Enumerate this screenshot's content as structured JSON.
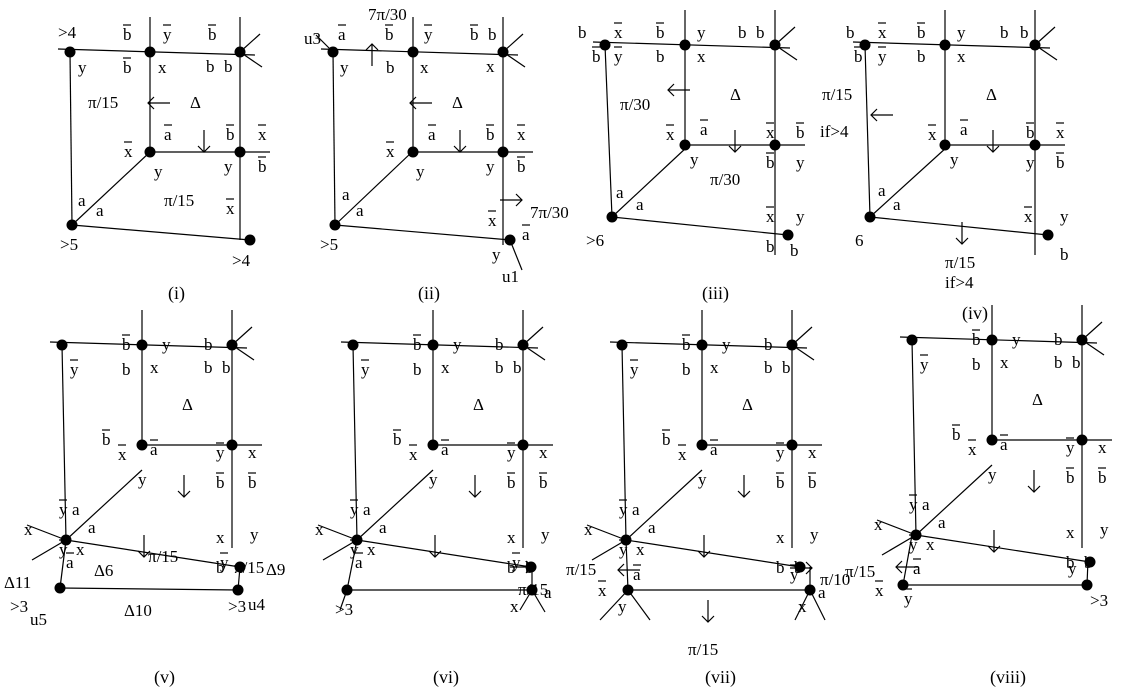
{
  "panels": [
    {
      "caption": "(i)",
      "labels": [
        ">4",
        "b",
        "y",
        "b",
        "b",
        "y",
        "x",
        "b",
        "b",
        "π/15",
        "Δ",
        "x",
        "a",
        "y",
        "x",
        "b",
        "b",
        "y",
        "π/15",
        "a",
        "a",
        "x",
        ">5",
        ">4"
      ],
      "bars": [
        false,
        true,
        true,
        true,
        true,
        false,
        false,
        false,
        false,
        false,
        false,
        true,
        true,
        false,
        true,
        true,
        true,
        false,
        false,
        false,
        false,
        true,
        false,
        false
      ]
    },
    {
      "caption": "(ii)",
      "labels": [
        "u3",
        "a",
        "7π/30",
        "b",
        "y",
        "b",
        "b",
        "x",
        "y",
        "b",
        "x",
        "Δ",
        "x",
        "a",
        "y",
        "x",
        "b",
        "b",
        "y",
        "a",
        "a",
        "7π/30",
        "x",
        "a",
        ">5",
        "y",
        "u1"
      ],
      "bars": [
        false,
        true,
        false,
        true,
        true,
        true,
        false,
        false,
        false,
        false,
        false,
        false,
        true,
        true,
        false,
        true,
        true,
        true,
        false,
        false,
        false,
        false,
        true,
        true,
        false,
        false,
        false
      ]
    },
    {
      "caption": "(iii)",
      "labels": [
        "b",
        "x",
        "b",
        "y",
        "b",
        "b",
        "y",
        "x",
        "b",
        "b",
        "π/30",
        "Δ",
        "x",
        "a",
        "y",
        "x",
        "b",
        "b",
        "y",
        "π/30",
        "a",
        "a",
        "x",
        "y",
        ">6",
        "b",
        "b"
      ],
      "bars": [
        false,
        true,
        true,
        true,
        true,
        false,
        false,
        false,
        false,
        false,
        false,
        false,
        true,
        true,
        false,
        true,
        true,
        true,
        false,
        false,
        false,
        false,
        true,
        false,
        false,
        false,
        false
      ]
    },
    {
      "caption": "(iv)",
      "labels": [
        "b",
        "x",
        "b",
        "y",
        "b",
        "b",
        "y",
        "x",
        "b",
        "b",
        "π/15",
        "if>4",
        "Δ",
        "x",
        "a",
        "y",
        "x",
        "b",
        "b",
        "y",
        "a",
        "a",
        "x",
        "y",
        "6",
        "π/15",
        "if>4",
        "b"
      ],
      "bars": [
        false,
        true,
        true,
        true,
        true,
        false,
        false,
        false,
        false,
        false,
        false,
        false,
        false,
        true,
        true,
        false,
        true,
        true,
        true,
        false,
        false,
        false,
        true,
        false,
        false,
        false,
        false,
        false
      ]
    },
    {
      "caption": "(v)",
      "labels": [
        "b",
        "y",
        "b",
        "x",
        "y",
        "b",
        "b",
        "b",
        "b",
        "Δ",
        "x",
        "a",
        "y",
        "y",
        "x",
        "b",
        "b",
        "y",
        "a",
        "a",
        "x",
        "y",
        "x",
        "x",
        "y",
        "b",
        "π/15",
        "Δ11",
        "Δ6",
        "Δ9",
        "a",
        "y",
        "u4",
        ">3",
        "u5",
        "Δ10",
        ">3"
      ],
      "bars": [
        true,
        true,
        true,
        false,
        false,
        false,
        false,
        false,
        false,
        false,
        true,
        true,
        false,
        true,
        false,
        true,
        true,
        true,
        false,
        false,
        false,
        true,
        false,
        false,
        false,
        false,
        false,
        false,
        false,
        false,
        true,
        true,
        false,
        false,
        false,
        false,
        false
      ]
    },
    {
      "caption": "(vi)",
      "labels": [
        "b",
        "y",
        "b",
        "x",
        "y",
        "b",
        "b",
        "b",
        "b",
        "Δ",
        "x",
        "a",
        "y",
        "y",
        "x",
        "b",
        "b",
        "y",
        "a",
        "a",
        "x",
        "y",
        "x",
        "x",
        "y",
        "b",
        "b",
        "a",
        "y",
        "π/15",
        ">3",
        "x",
        "a"
      ],
      "bars": [
        true,
        true,
        true,
        false,
        false,
        false,
        false,
        false,
        false,
        false,
        true,
        true,
        false,
        true,
        false,
        true,
        true,
        true,
        false,
        false,
        false,
        true,
        false,
        false,
        false,
        false,
        false,
        true,
        true,
        false,
        false,
        false,
        false
      ]
    },
    {
      "caption": "(vii)",
      "labels": [
        "b",
        "y",
        "b",
        "x",
        "y",
        "b",
        "b",
        "b",
        "b",
        "Δ",
        "x",
        "a",
        "y",
        "y",
        "x",
        "b",
        "b",
        "y",
        "a",
        "a",
        "x",
        "y",
        "x",
        "x",
        "y",
        "b",
        "b",
        "π/15",
        "a",
        "π/10",
        "y",
        "x",
        "y",
        "π/15",
        "x",
        "a"
      ],
      "bars": [
        true,
        true,
        true,
        false,
        false,
        false,
        false,
        false,
        false,
        false,
        true,
        true,
        false,
        true,
        false,
        true,
        true,
        true,
        false,
        false,
        false,
        true,
        false,
        false,
        false,
        false,
        false,
        false,
        true,
        false,
        true,
        true,
        false,
        false,
        false,
        false
      ]
    },
    {
      "caption": "(viii)",
      "labels": [
        "b",
        "y",
        "b",
        "x",
        "y",
        "b",
        "b",
        "b",
        "b",
        "Δ",
        "x",
        "a",
        "y",
        "y",
        "x",
        "b",
        "b",
        "y",
        "a",
        "a",
        "x",
        "y",
        "x",
        "x",
        "y",
        "b",
        "b",
        "π/15",
        "a",
        "y",
        "x",
        "y",
        ">3"
      ],
      "bars": [
        true,
        true,
        true,
        false,
        false,
        false,
        false,
        false,
        false,
        false,
        true,
        true,
        false,
        true,
        false,
        true,
        true,
        true,
        false,
        false,
        false,
        true,
        false,
        false,
        false,
        false,
        false,
        false,
        true,
        true,
        true,
        false,
        false
      ]
    }
  ]
}
